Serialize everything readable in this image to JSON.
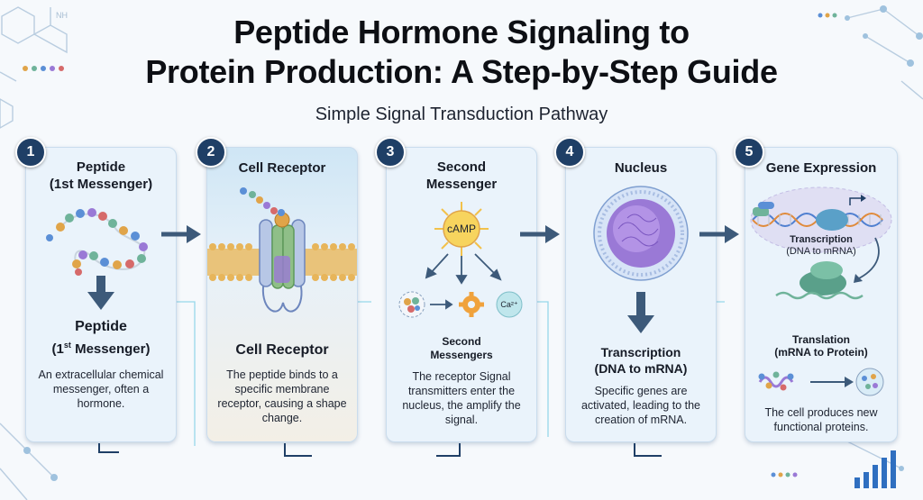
{
  "title_line1": "Peptide Hormone Signaling to",
  "title_line2": "Protein Production: A Step-by-Step Guide",
  "subtitle": "Simple Signal Transduction Pathway",
  "deco": {
    "nh": "NH"
  },
  "steps": [
    {
      "number": "1",
      "title_line1": "Peptide",
      "title_line2": "(1st Messenger)",
      "label_line1": "Peptide",
      "label_line2_pre": "(1",
      "label_line2_sup": "st",
      "label_line2_post": " Messenger)",
      "desc": "An extracellular chemical messenger, often a hormone."
    },
    {
      "number": "2",
      "title": "Cell Receptor",
      "label": "Cell Receptor",
      "desc": "The peptide binds to a specific membrane receptor, causing a shape change."
    },
    {
      "number": "3",
      "title_line1": "Second",
      "title_line2": "Messenger",
      "camp": "cAMP",
      "ca": "Ca²⁺",
      "label_line1": "Second",
      "label_line2": "Messengers",
      "desc": "The receptor Signal transmitters enter the nucleus, the amplify the signal."
    },
    {
      "number": "4",
      "title": "Nucleus",
      "label_line1": "Transcription",
      "label_line2": "(DNA to mRNA)",
      "desc": "Specific genes are activated, leading to the creation of mRNA."
    },
    {
      "number": "5",
      "title": "Gene Expression",
      "transcription_line1": "Transcription",
      "transcription_line2": "(DNA to mRNA)",
      "translation_line1": "Translation",
      "translation_line2": "(mRNA to Protein)",
      "desc": "The cell produces new functional proteins."
    }
  ],
  "colors": {
    "badge": "#1f3f66",
    "arrow": "#3d5a7a",
    "card_bg": "#eaf3fb",
    "membrane": "#e7b55a",
    "receptor": "#7fae7a",
    "nucleus": "#9a79d6",
    "dna_blue": "#4f7fd0",
    "dna_orange": "#e08a3a",
    "ribosome": "#5aa08a"
  }
}
